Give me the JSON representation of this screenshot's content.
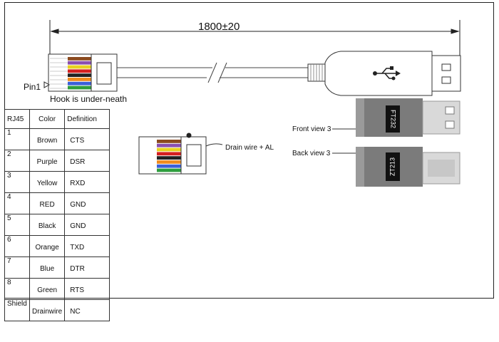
{
  "dimension_label": "1800±20",
  "pin1_label": "Pin1",
  "hook_label": "Hook is under-neath",
  "drain_label": "Drain wire + AL",
  "front_view_label": "Front view 3",
  "back_view_label": "Back view 3",
  "chip_front": "FT232",
  "chip_back": "ZT213",
  "usb_symbol": "usb-trident-icon",
  "wire_colors": [
    "#8b4a1f",
    "#8a4fb0",
    "#e8d220",
    "#d42020",
    "#222222",
    "#f08c1e",
    "#3b5fd8",
    "#2e9e3e"
  ],
  "table": {
    "headers": [
      "RJ45",
      "Color",
      "Definition"
    ],
    "rows": [
      {
        "pin": "1",
        "color": "Brown",
        "def": "CTS"
      },
      {
        "pin": "2",
        "color": "Purple",
        "def": "DSR"
      },
      {
        "pin": "3",
        "color": "Yellow",
        "def": "RXD"
      },
      {
        "pin": "4",
        "color": "RED",
        "def": "GND"
      },
      {
        "pin": "5",
        "color": "Black",
        "def": "GND"
      },
      {
        "pin": "6",
        "color": "Orange",
        "def": "TXD"
      },
      {
        "pin": "7",
        "color": "Blue",
        "def": "DTR"
      },
      {
        "pin": "8",
        "color": "Green",
        "def": "RTS"
      },
      {
        "pin": "Shield",
        "color": "Drainwire",
        "def": "NC"
      }
    ]
  }
}
